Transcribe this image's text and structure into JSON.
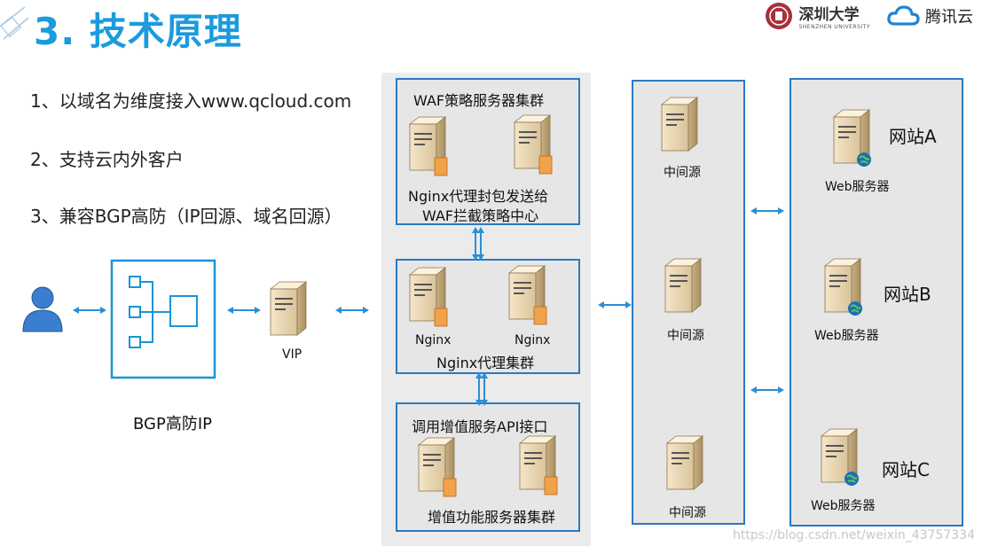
{
  "title": "3. 技术原理",
  "logos": {
    "university_name": "深圳大学",
    "university_sub": "SHENZHEN UNIVERSITY",
    "tencent": "腾讯云"
  },
  "points": [
    "1、以域名为维度接入www.qcloud.com",
    "2、支持云内外客户",
    "3、兼容BGP高防（IP回源、域名回源）"
  ],
  "bgp_label": "BGP高防IP",
  "vip_label": "VIP",
  "waf_cluster": {
    "title": "WAF策略服务器集群",
    "caption_line1": "Nginx代理封包发送给",
    "caption_line2": "WAF拦截策略中心"
  },
  "nginx_cluster": {
    "server_label": "Nginx",
    "caption": "Nginx代理集群"
  },
  "value_cluster": {
    "title": "调用增值服务API接口",
    "caption": "增值功能服务器集群"
  },
  "middle_label": "中间源",
  "sites": [
    {
      "name": "网站A",
      "server_label": "Web服务器"
    },
    {
      "name": "网站B",
      "server_label": "Web服务器"
    },
    {
      "name": "网站C",
      "server_label": "Web服务器"
    }
  ],
  "watermark": "https://blog.csdn.net/weixin_43757334"
}
